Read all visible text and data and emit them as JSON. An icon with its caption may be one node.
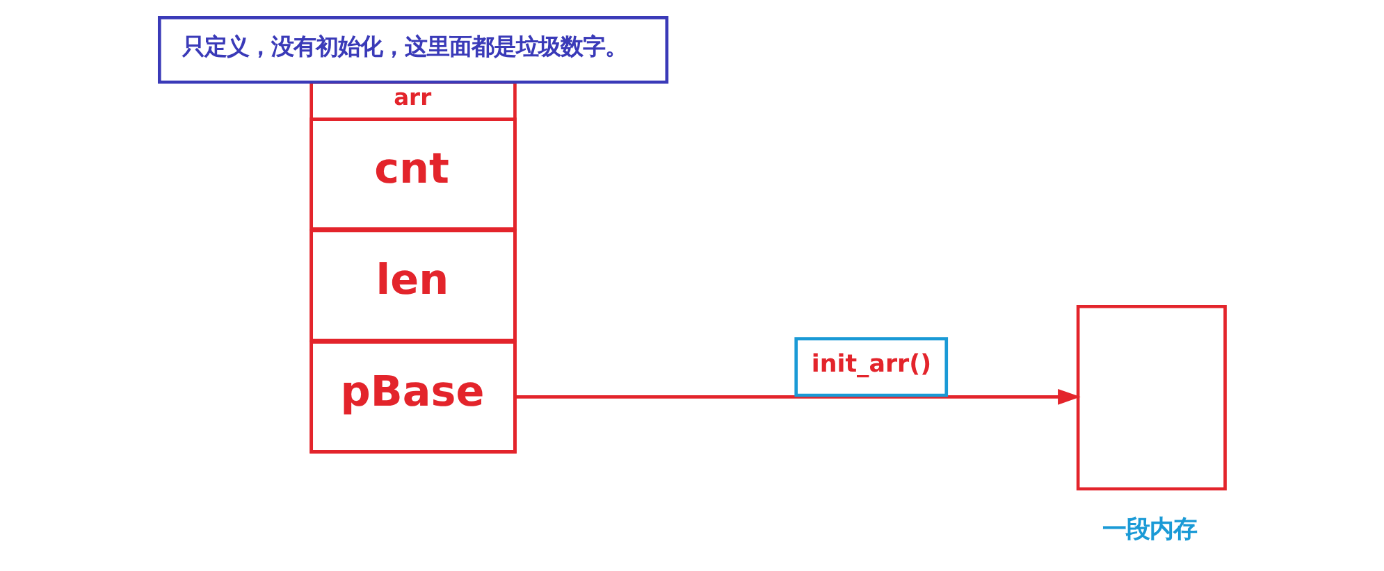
{
  "diagram": {
    "nodes": [
      {
        "text": [
          "arr"
        ]
      },
      {
        "text": [
          "cnt"
        ],
        "in": 0
      },
      {
        "text": [
          "len"
        ],
        "in": 0
      },
      {
        "text": [
          "pBase"
        ],
        "in": 0
      },
      {
        "text": [],
        "shape": "box",
        "beside": [
          "一段内存"
        ]
      },
      {
        "text": [
          "只定义，没有初始化，这里面都是垃圾数字。"
        ]
      }
    ],
    "edges": [
      {
        "from": 3,
        "to": 4,
        "arrow": "to",
        "label": "init_arr()"
      }
    ]
  }
}
